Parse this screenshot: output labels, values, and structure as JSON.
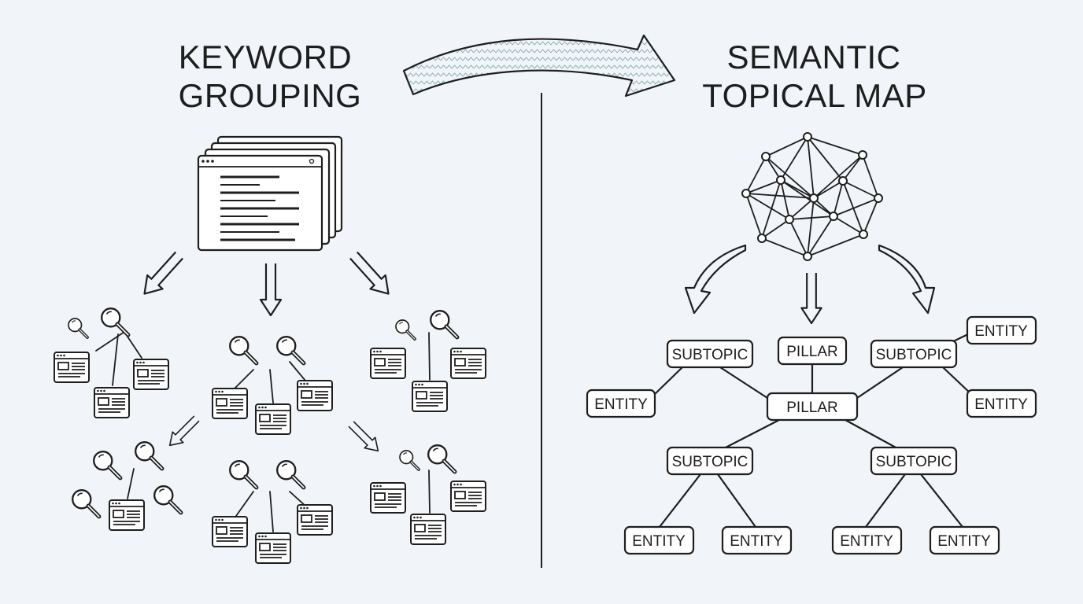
{
  "left_panel": {
    "title_line1": "KEYWORD",
    "title_line2": "GROUPING"
  },
  "right_panel": {
    "title_line1": "SEMANTIC",
    "title_line2": "TOPICAL MAP",
    "nodes": {
      "pillar_top": "PILLAR",
      "pillar_center": "PILLAR",
      "subtopic_top_left": "SUBTOPIC",
      "subtopic_top_right": "SUBTOPIC",
      "subtopic_bottom_left": "SUBTOPIC",
      "subtopic_bottom_right": "SUBTOPIC",
      "entity_mid_left": "ENTITY",
      "entity_top_right": "ENTITY",
      "entity_mid_right": "ENTITY",
      "entity_bottom_1": "ENTITY",
      "entity_bottom_2": "ENTITY",
      "entity_bottom_3": "ENTITY",
      "entity_bottom_4": "ENTITY"
    }
  },
  "icons": {
    "transition_arrow": "curved-arrow-right-icon",
    "document_stack": "browser-window-stack-icon",
    "search": "magnifier-icon",
    "page": "web-page-icon",
    "network": "knowledge-graph-icon"
  },
  "colors": {
    "background": "#f1f5f9",
    "ink": "#1e1e1e",
    "node_fill": "#ffffff",
    "arrow_pattern": "#8fb3b3"
  }
}
